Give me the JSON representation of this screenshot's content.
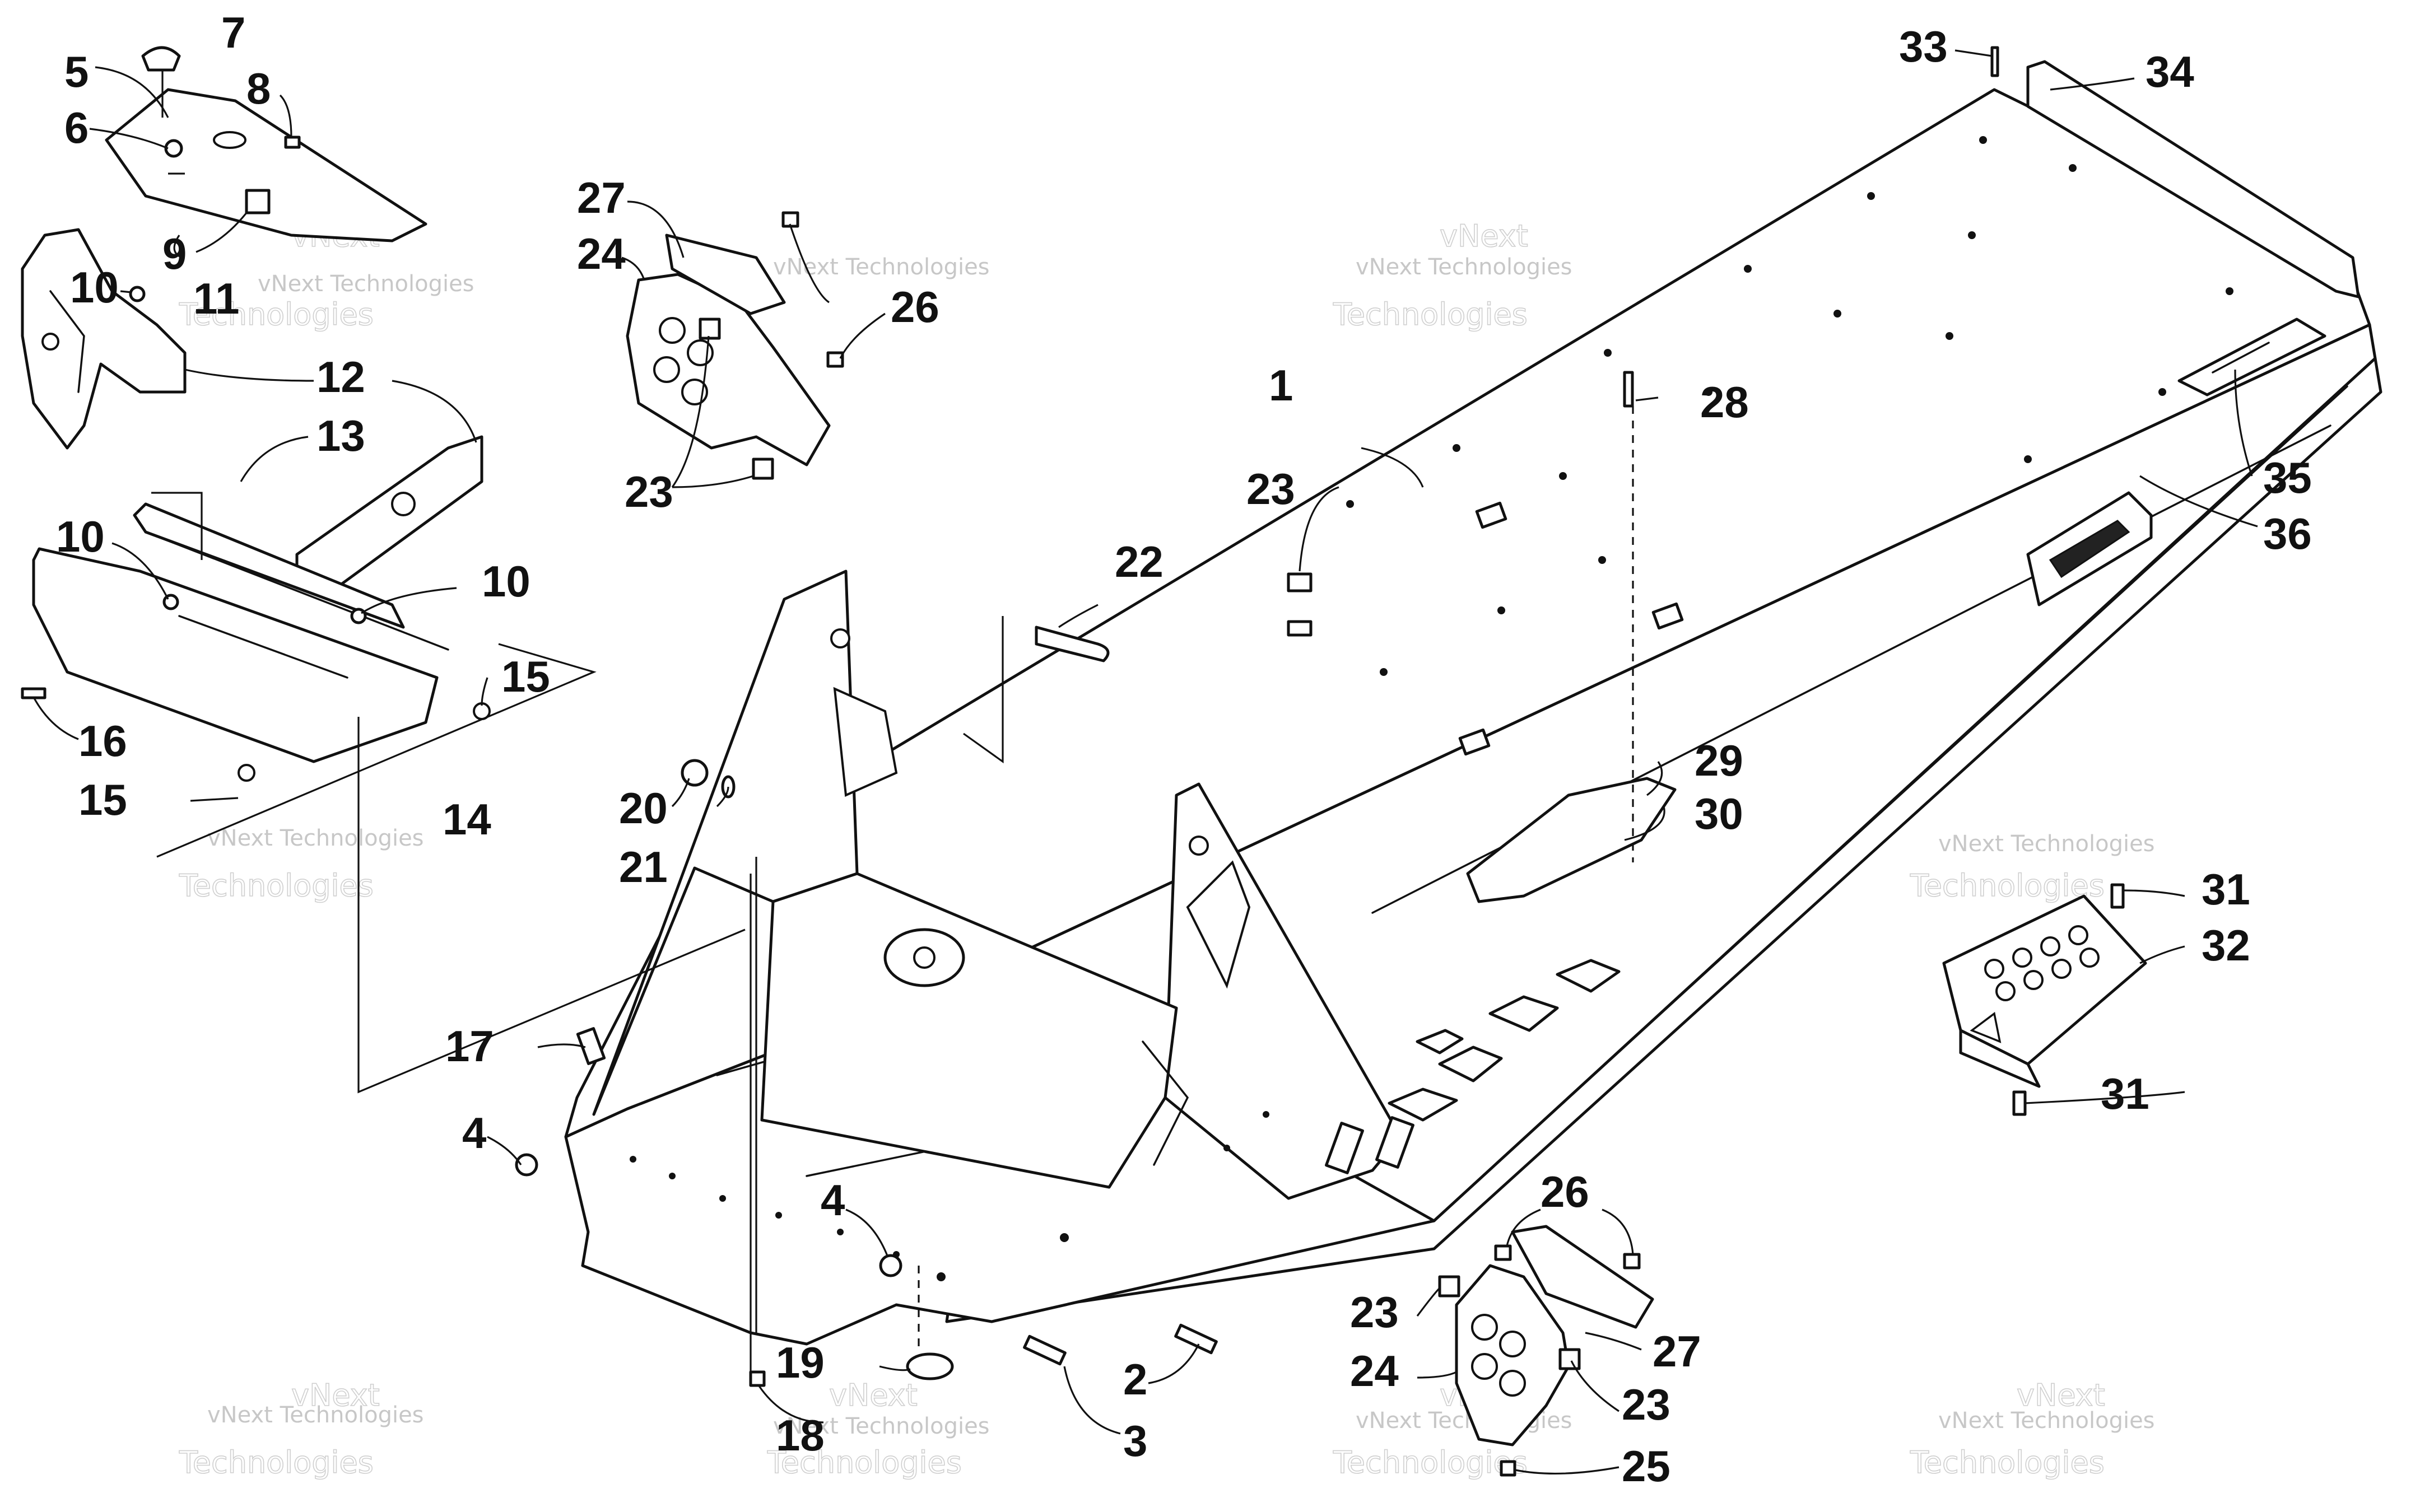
{
  "diagram": {
    "callouts": [
      {
        "id": "c1",
        "label": "1"
      },
      {
        "id": "c2",
        "label": "2"
      },
      {
        "id": "c3",
        "label": "3"
      },
      {
        "id": "c4a",
        "label": "4"
      },
      {
        "id": "c4b",
        "label": "4"
      },
      {
        "id": "c5",
        "label": "5"
      },
      {
        "id": "c6",
        "label": "6"
      },
      {
        "id": "c7",
        "label": "7"
      },
      {
        "id": "c8",
        "label": "8"
      },
      {
        "id": "c9",
        "label": "9"
      },
      {
        "id": "c10a",
        "label": "10"
      },
      {
        "id": "c10b",
        "label": "10"
      },
      {
        "id": "c10c",
        "label": "10"
      },
      {
        "id": "c11",
        "label": "11"
      },
      {
        "id": "c12",
        "label": "12"
      },
      {
        "id": "c13",
        "label": "13"
      },
      {
        "id": "c14",
        "label": "14"
      },
      {
        "id": "c15a",
        "label": "15"
      },
      {
        "id": "c15b",
        "label": "15"
      },
      {
        "id": "c16",
        "label": "16"
      },
      {
        "id": "c17",
        "label": "17"
      },
      {
        "id": "c18",
        "label": "18"
      },
      {
        "id": "c19",
        "label": "19"
      },
      {
        "id": "c20",
        "label": "20"
      },
      {
        "id": "c21",
        "label": "21"
      },
      {
        "id": "c22",
        "label": "22"
      },
      {
        "id": "c23a",
        "label": "23"
      },
      {
        "id": "c23b",
        "label": "23"
      },
      {
        "id": "c23c",
        "label": "23"
      },
      {
        "id": "c23d",
        "label": "23"
      },
      {
        "id": "c24a",
        "label": "24"
      },
      {
        "id": "c24b",
        "label": "24"
      },
      {
        "id": "c25",
        "label": "25"
      },
      {
        "id": "c26a",
        "label": "26"
      },
      {
        "id": "c26b",
        "label": "26"
      },
      {
        "id": "c27a",
        "label": "27"
      },
      {
        "id": "c27b",
        "label": "27"
      },
      {
        "id": "c28",
        "label": "28"
      },
      {
        "id": "c29",
        "label": "29"
      },
      {
        "id": "c30",
        "label": "30"
      },
      {
        "id": "c31a",
        "label": "31"
      },
      {
        "id": "c31b",
        "label": "31"
      },
      {
        "id": "c32",
        "label": "32"
      },
      {
        "id": "c33",
        "label": "33"
      },
      {
        "id": "c34",
        "label": "34"
      },
      {
        "id": "c35",
        "label": "35"
      },
      {
        "id": "c36",
        "label": "36"
      }
    ],
    "watermark": {
      "line1": "vNext Technologies",
      "line2": "Technologies",
      "line3": "vNext"
    },
    "colors": {
      "ink": "#111111",
      "background": "#ffffff",
      "watermark": "#9a9a9a"
    }
  }
}
